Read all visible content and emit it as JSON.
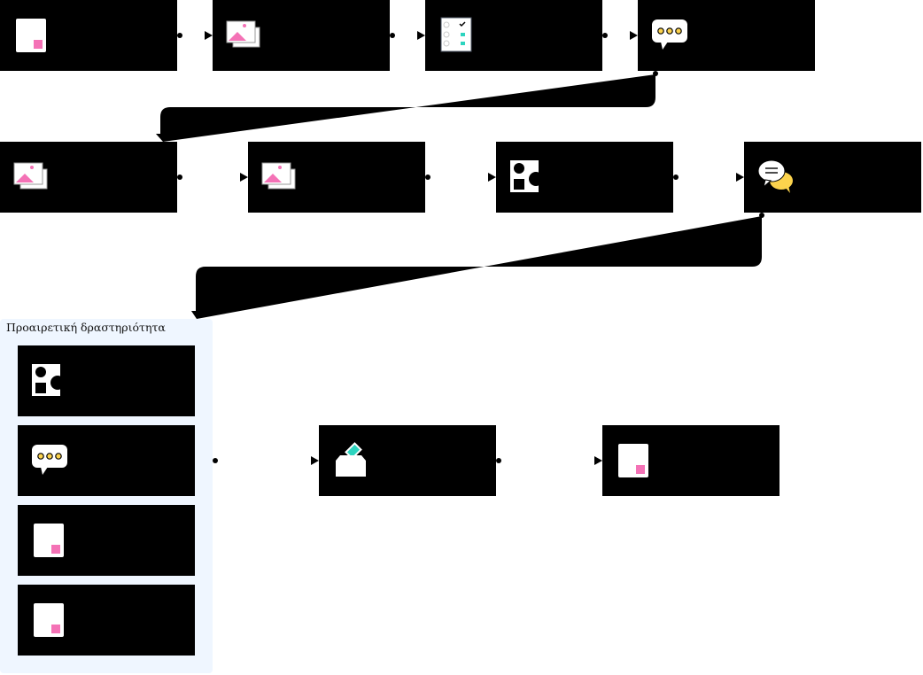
{
  "group": {
    "title": "Προαιρετική δραστηριότητα"
  },
  "nodes": [
    {
      "id": "n1",
      "icon": "page-icon",
      "label": ""
    },
    {
      "id": "n2",
      "icon": "image-icon",
      "label": ""
    },
    {
      "id": "n3",
      "icon": "checklist-icon",
      "label": ""
    },
    {
      "id": "n4",
      "icon": "speech-dots-icon",
      "label": ""
    },
    {
      "id": "n5",
      "icon": "image-icon",
      "label": ""
    },
    {
      "id": "n6",
      "icon": "image-icon",
      "label": ""
    },
    {
      "id": "n7",
      "icon": "shapes-icon",
      "label": ""
    },
    {
      "id": "n8",
      "icon": "chat-bubbles-icon",
      "label": ""
    },
    {
      "id": "n9",
      "icon": "shapes-icon",
      "label": ""
    },
    {
      "id": "n10",
      "icon": "speech-dots-icon",
      "label": ""
    },
    {
      "id": "n11",
      "icon": "page-icon",
      "label": ""
    },
    {
      "id": "n12",
      "icon": "page-icon",
      "label": ""
    },
    {
      "id": "n13",
      "icon": "submit-box-icon",
      "label": ""
    },
    {
      "id": "n14",
      "icon": "page-icon",
      "label": ""
    }
  ],
  "edges": [
    [
      "n1",
      "n2"
    ],
    [
      "n2",
      "n3"
    ],
    [
      "n3",
      "n4"
    ],
    [
      "n4",
      "n5"
    ],
    [
      "n5",
      "n6"
    ],
    [
      "n6",
      "n7"
    ],
    [
      "n7",
      "n8"
    ],
    [
      "n8",
      "group"
    ],
    [
      "group",
      "n13"
    ],
    [
      "n13",
      "n14"
    ]
  ],
  "colors": {
    "node_fill": "#000000",
    "group_fill": "#eff6ff",
    "accent_pink": "#f472b6",
    "accent_teal": "#2dd4bf",
    "accent_yellow": "#fcd34d"
  }
}
